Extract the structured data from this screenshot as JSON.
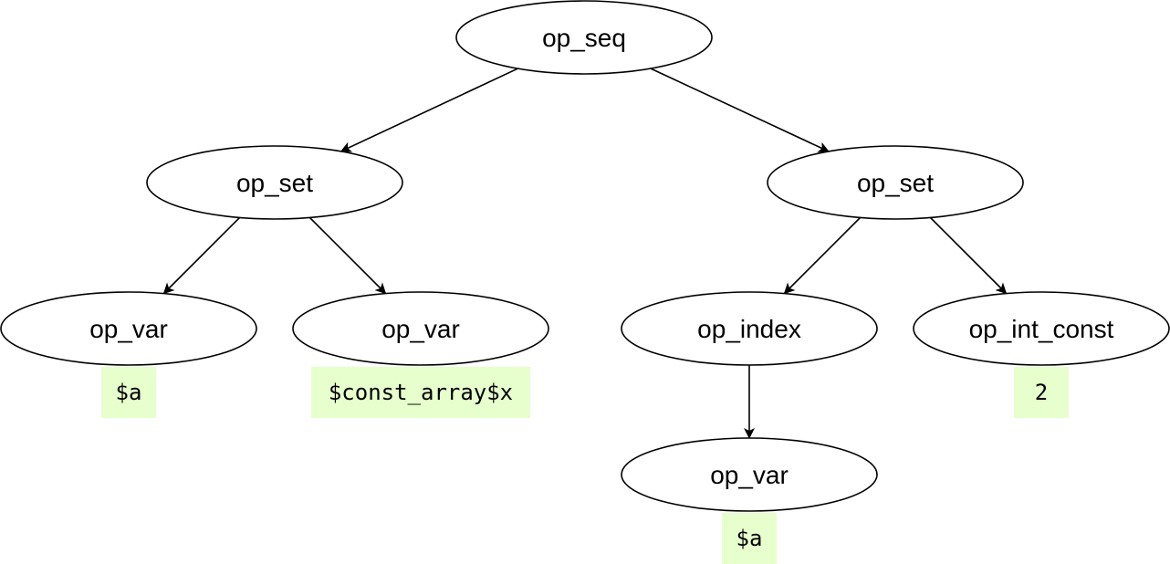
{
  "diagram": {
    "nodes": [
      {
        "id": "seq",
        "label": "op_seq"
      },
      {
        "id": "set1",
        "label": "op_set"
      },
      {
        "id": "set2",
        "label": "op_set"
      },
      {
        "id": "var1",
        "label": "op_var"
      },
      {
        "id": "var2",
        "label": "op_var"
      },
      {
        "id": "index",
        "label": "op_index"
      },
      {
        "id": "intconst",
        "label": "op_int_const"
      },
      {
        "id": "var3",
        "label": "op_var"
      }
    ],
    "edges": [
      {
        "from": "seq",
        "to": "set1"
      },
      {
        "from": "seq",
        "to": "set2"
      },
      {
        "from": "set1",
        "to": "var1"
      },
      {
        "from": "set1",
        "to": "var2"
      },
      {
        "from": "set2",
        "to": "index"
      },
      {
        "from": "set2",
        "to": "intconst"
      },
      {
        "from": "index",
        "to": "var3"
      }
    ],
    "annotations": [
      {
        "node": "var1",
        "text": "$a"
      },
      {
        "node": "var2",
        "text": "$const_array$x"
      },
      {
        "node": "intconst",
        "text": "2"
      },
      {
        "node": "var3",
        "text": "$a"
      }
    ]
  },
  "colors": {
    "annotation_bg": "#e6ffcc",
    "stroke": "#000000",
    "node_fill": "#ffffff"
  }
}
